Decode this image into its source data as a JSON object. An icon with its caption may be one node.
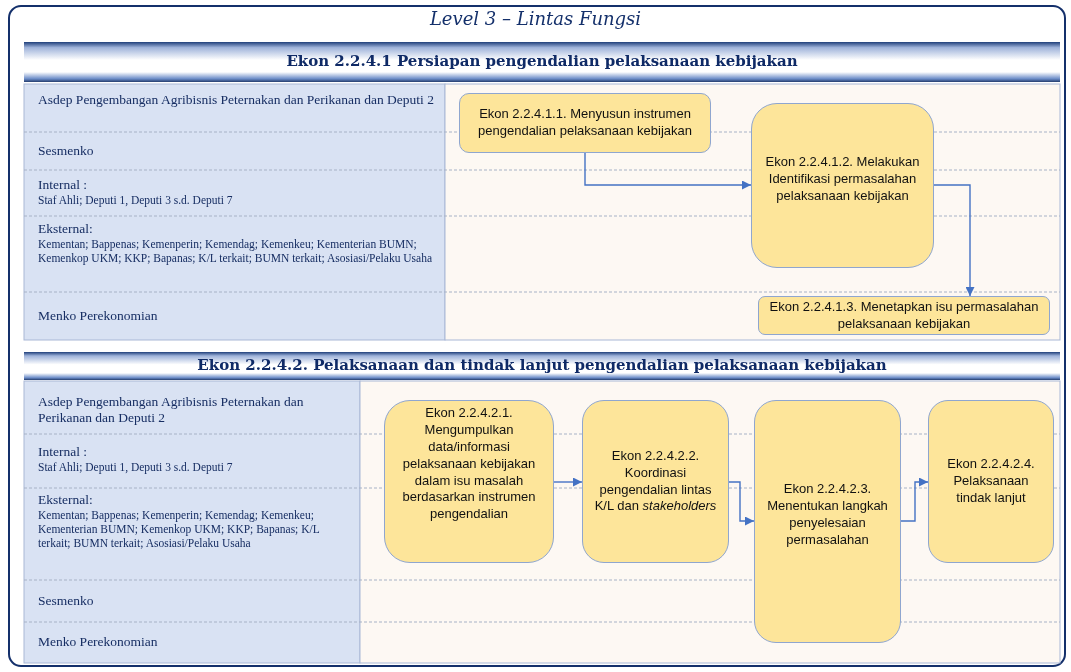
{
  "diagram": {
    "title": "Level 3 – Lintas Fungsi",
    "nodes": [
      {
        "text": [
          "Ekon 2.2.4.1 Persiapan pengendalian pelaksanaan kebijakan"
        ]
      },
      {
        "text": [
          "Ekon 2.2.4.1.1.  Menyusun instrumen pengendalian pelaksanaan kebijakan"
        ]
      },
      {
        "text": [
          "Ekon 2.2.4.1.2. Melakukan Identifikasi permasalahan pelaksanaan kebijakan"
        ]
      },
      {
        "text": [
          "Ekon 2.2.4.1.3. Menetapkan isu permasalahan pelaksanaan kebijakan"
        ]
      },
      {
        "text": [
          "Ekon 2.2.4.2. Pelaksanaan dan tindak lanjut pengendalian pelaksanaan kebijakan"
        ]
      },
      {
        "text": [
          "Ekon 2.2.4.2.1. Mengumpulkan data/informasi pelaksanaan kebijakan dalam isu masalah berdasarkan instrumen pengendalian"
        ]
      },
      {
        "text": [
          "Ekon 2.2.4.2.2. Koordinasi pengendalian lintas K/L dan *stakeholders*"
        ]
      },
      {
        "text": [
          "Ekon 2.2.4.2.3. Menentukan langkah penyelesaian permasalahan"
        ]
      },
      {
        "text": [
          "Ekon 2.2.4.2.4. Pelaksanaan tindak lanjut"
        ]
      }
    ],
    "edges": [
      {
        "from": 1,
        "to": 2,
        "arrow": "to"
      },
      {
        "from": 2,
        "to": 3,
        "arrow": "to"
      },
      {
        "from": 5,
        "to": 6,
        "arrow": "to"
      },
      {
        "from": 6,
        "to": 7,
        "arrow": "to"
      },
      {
        "from": 7,
        "to": 8,
        "arrow": "to"
      }
    ],
    "labels": [
      "Asdep Pengembangan Agribisnis Peternakan dan Perikanan dan Deputi 2",
      "Sesmenko",
      "Internal :",
      "Staf Ahli; Deputi 1, Deputi 3 s.d. Deputi 7",
      "Eksternal:",
      "Kementan; Bappenas; Kemenperin; Kemendag; Kemenkeu; Kementerian BUMN; Kemenkop UKM; KKP; Bapanas; K/L terkait; BUMN terkait; Asosiasi/Pelaku Usaha",
      "Menko Perekonomian",
      "Asdep Pengembangan Agribisnis Peternakan dan Perikanan dan Deputi 2",
      "Internal :",
      "Staf Ahli; Deputi 1, Deputi 3 s.d. Deputi 7",
      "Eksternal:",
      "Kementan; Bappenas; Kemenperin; Kemendag; Kemenkeu; Kementerian BUMN; Kemenkop UKM; KKP; Bapanas; K/L terkait; BUMN terkait; Asosiasi/Pelaku Usaha",
      "Sesmenko",
      "Menko Perekonomian"
    ]
  }
}
